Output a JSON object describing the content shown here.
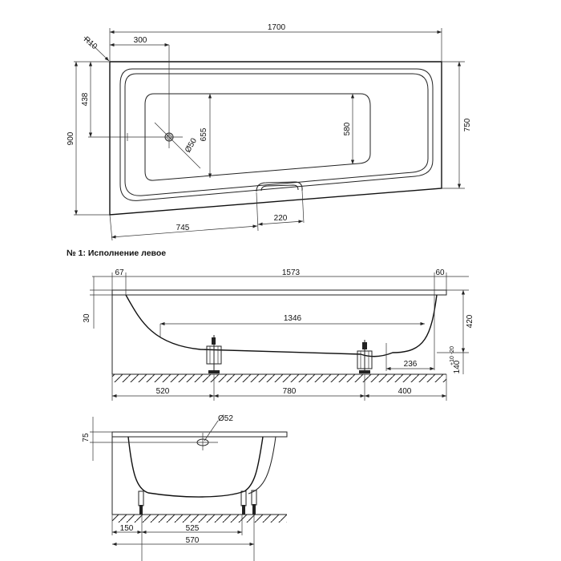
{
  "top_view": {
    "dim_total_length": "1700",
    "dim_drain_offset": "300",
    "dim_corner_radius": "R10",
    "dim_total_width": "900",
    "dim_drain_from_top": "438",
    "dim_narrow_width": "750",
    "dim_floor_width_left": "655",
    "dim_floor_width_right": "580",
    "dim_drain_diameter": "Ø50",
    "dim_bottom_offset": "745",
    "dim_handle_width": "220"
  },
  "caption": "№ 1: Исполнение левое",
  "side_view": {
    "dim_left_rim": "67",
    "dim_inner_length": "1573",
    "dim_right_rim": "60",
    "dim_rim_thickness": "30",
    "dim_floor_length": "1346",
    "dim_depth": "420",
    "dim_leg_height": "140",
    "dim_leg_tolerance": "+10 -20",
    "dim_outlet_offset": "236",
    "dim_leg1": "520",
    "dim_leg_spacing": "780",
    "dim_leg2": "400"
  },
  "end_view": {
    "dim_overflow_depth": "75",
    "dim_overflow_diameter": "Ø52",
    "dim_leg_offset": "150",
    "dim_leg_spacing": "525",
    "dim_leg_outer": "570"
  }
}
